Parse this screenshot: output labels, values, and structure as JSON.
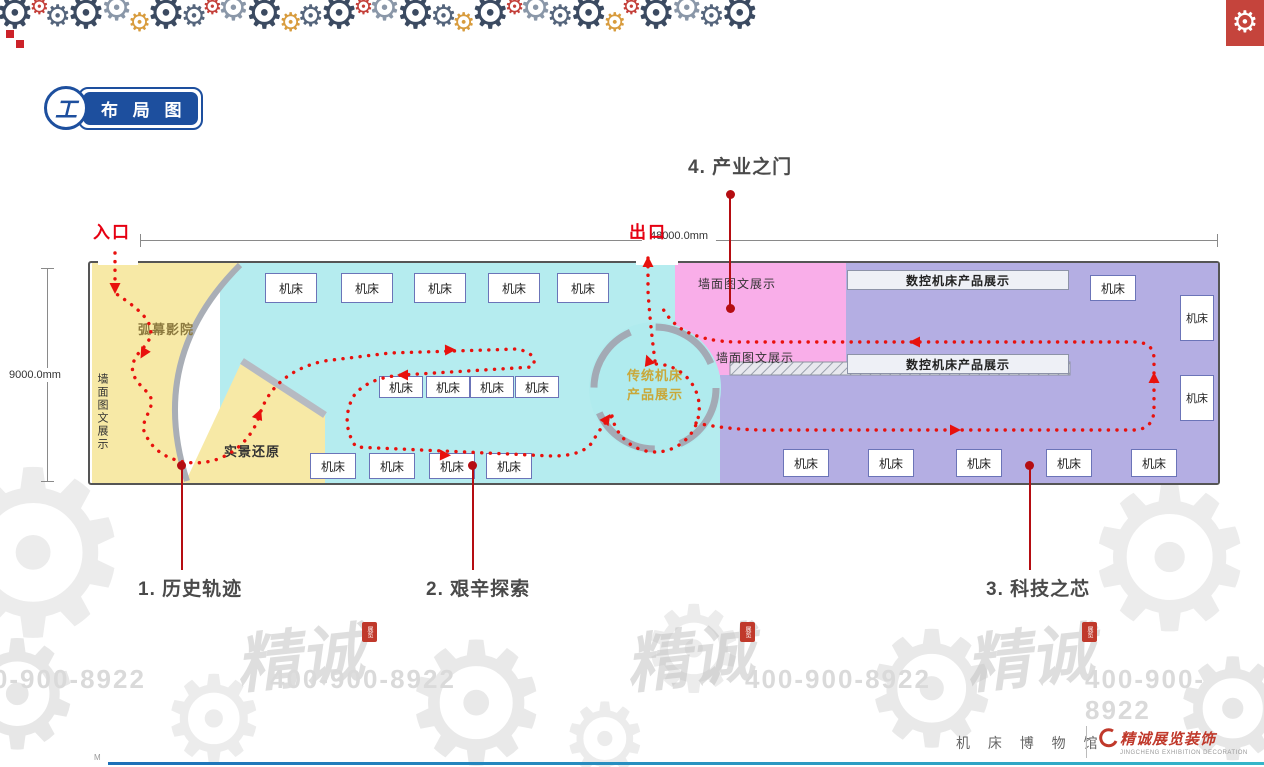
{
  "header": {
    "badge_label": "布 局 图"
  },
  "plan": {
    "width_label": "48000.0mm",
    "height_label": "9000.0mm",
    "entrance_label": "入口",
    "exit_label": "出口",
    "machine_label": "机床",
    "zones": {
      "cinema_label": "弧幕影院",
      "wall_display_vertical": "墙面图文展示",
      "scene_restore_label": "实景还原",
      "pink_wall_top_label": "墙面图文展示",
      "pink_wall_mid_label": "墙面图文展示",
      "cnc_display_top_label": "数控机床产品展示",
      "cnc_display_mid_label": "数控机床产品展示",
      "circle_line1": "传统机床",
      "circle_line2": "产品展示"
    }
  },
  "callouts": {
    "c1": "1. 历史轨迹",
    "c2": "2. 艰辛探索",
    "c3": "3. 科技之芯",
    "c4": "4. 产业之门"
  },
  "watermarks": {
    "phone": "400-900-8922",
    "brand_script": "精诚",
    "seal": "展览"
  },
  "footer": {
    "museum_label": "机 床 博 物 馆",
    "brand_label": "精诚展览装饰",
    "brand_sub_label": "JINGCHENG EXHIBITION DECORATION",
    "corner_mark": "M"
  }
}
